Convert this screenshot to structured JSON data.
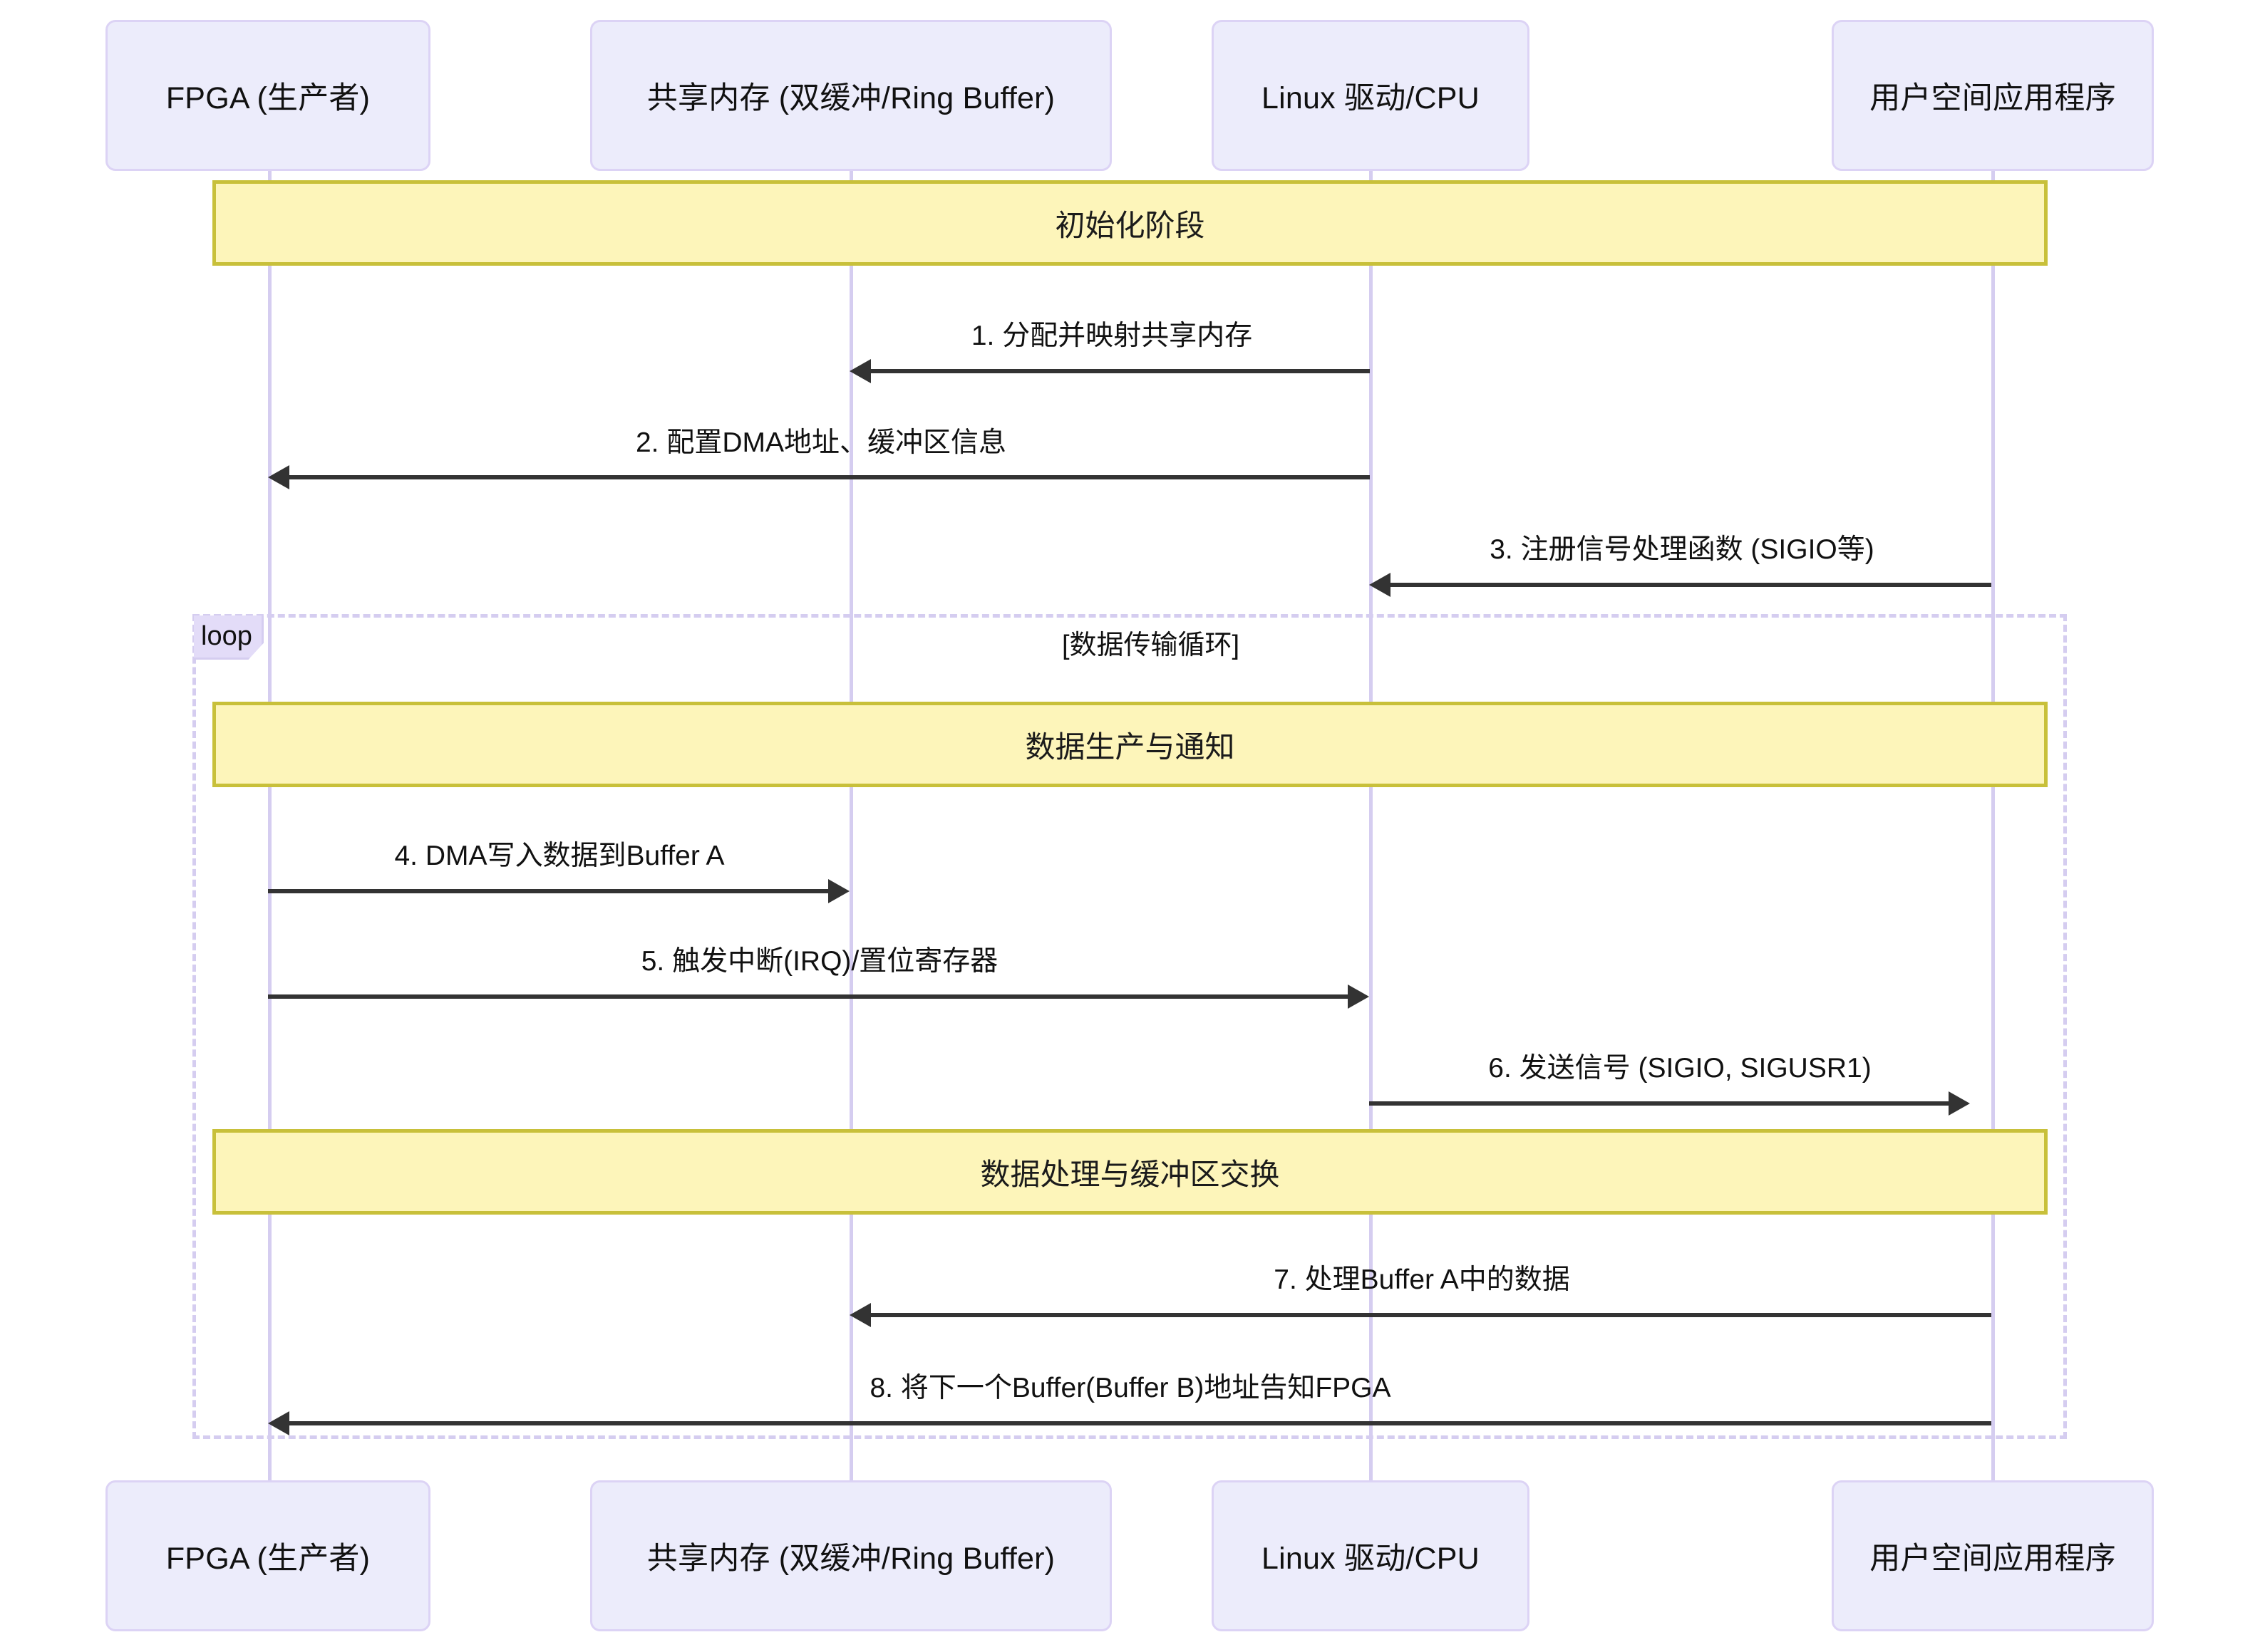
{
  "diagram": {
    "type": "sequence-diagram",
    "participants": [
      {
        "id": "fpga",
        "label": "FPGA (生产者)"
      },
      {
        "id": "shmem",
        "label": "共享内存 (双缓冲/Ring Buffer)"
      },
      {
        "id": "driver",
        "label": "Linux 驱动/CPU"
      },
      {
        "id": "userapp",
        "label": "用户空间应用程序"
      }
    ],
    "sections": [
      {
        "id": "init",
        "label": "初始化阶段"
      },
      {
        "id": "produce",
        "label": "数据生产与通知"
      },
      {
        "id": "process",
        "label": "数据处理与缓冲区交换"
      }
    ],
    "loop": {
      "keyword": "loop",
      "condition": "[数据传输循环]"
    },
    "messages": [
      {
        "n": "1",
        "label": "1. 分配并映射共享内存",
        "from": "driver",
        "to": "shmem",
        "direction": "left"
      },
      {
        "n": "2",
        "label": "2. 配置DMA地址、缓冲区信息",
        "from": "driver",
        "to": "fpga",
        "direction": "left"
      },
      {
        "n": "3",
        "label": "3. 注册信号处理函数 (SIGIO等)",
        "from": "userapp",
        "to": "driver",
        "direction": "left"
      },
      {
        "n": "4",
        "label": "4. DMA写入数据到Buffer A",
        "from": "fpga",
        "to": "shmem",
        "direction": "right"
      },
      {
        "n": "5",
        "label": "5. 触发中断(IRQ)/置位寄存器",
        "from": "fpga",
        "to": "driver",
        "direction": "right"
      },
      {
        "n": "6",
        "label": "6. 发送信号 (SIGIO, SIGUSR1)",
        "from": "driver",
        "to": "userapp",
        "direction": "right"
      },
      {
        "n": "7",
        "label": "7. 处理Buffer A中的数据",
        "from": "userapp",
        "to": "shmem",
        "direction": "left"
      },
      {
        "n": "8",
        "label": "8. 将下一个Buffer(Buffer B)地址告知FPGA",
        "from": "userapp",
        "to": "fpga",
        "direction": "left"
      }
    ],
    "colors": {
      "actor_fill": "#ececfb",
      "actor_border": "#dcd3f5",
      "lifeline": "#d5cdf0",
      "banner_fill": "#fdf5ba",
      "banner_border": "#c8c03a",
      "arrow": "#333333",
      "loop_border": "#d5cdf0",
      "loop_tag_fill": "#e3dcf8"
    }
  }
}
